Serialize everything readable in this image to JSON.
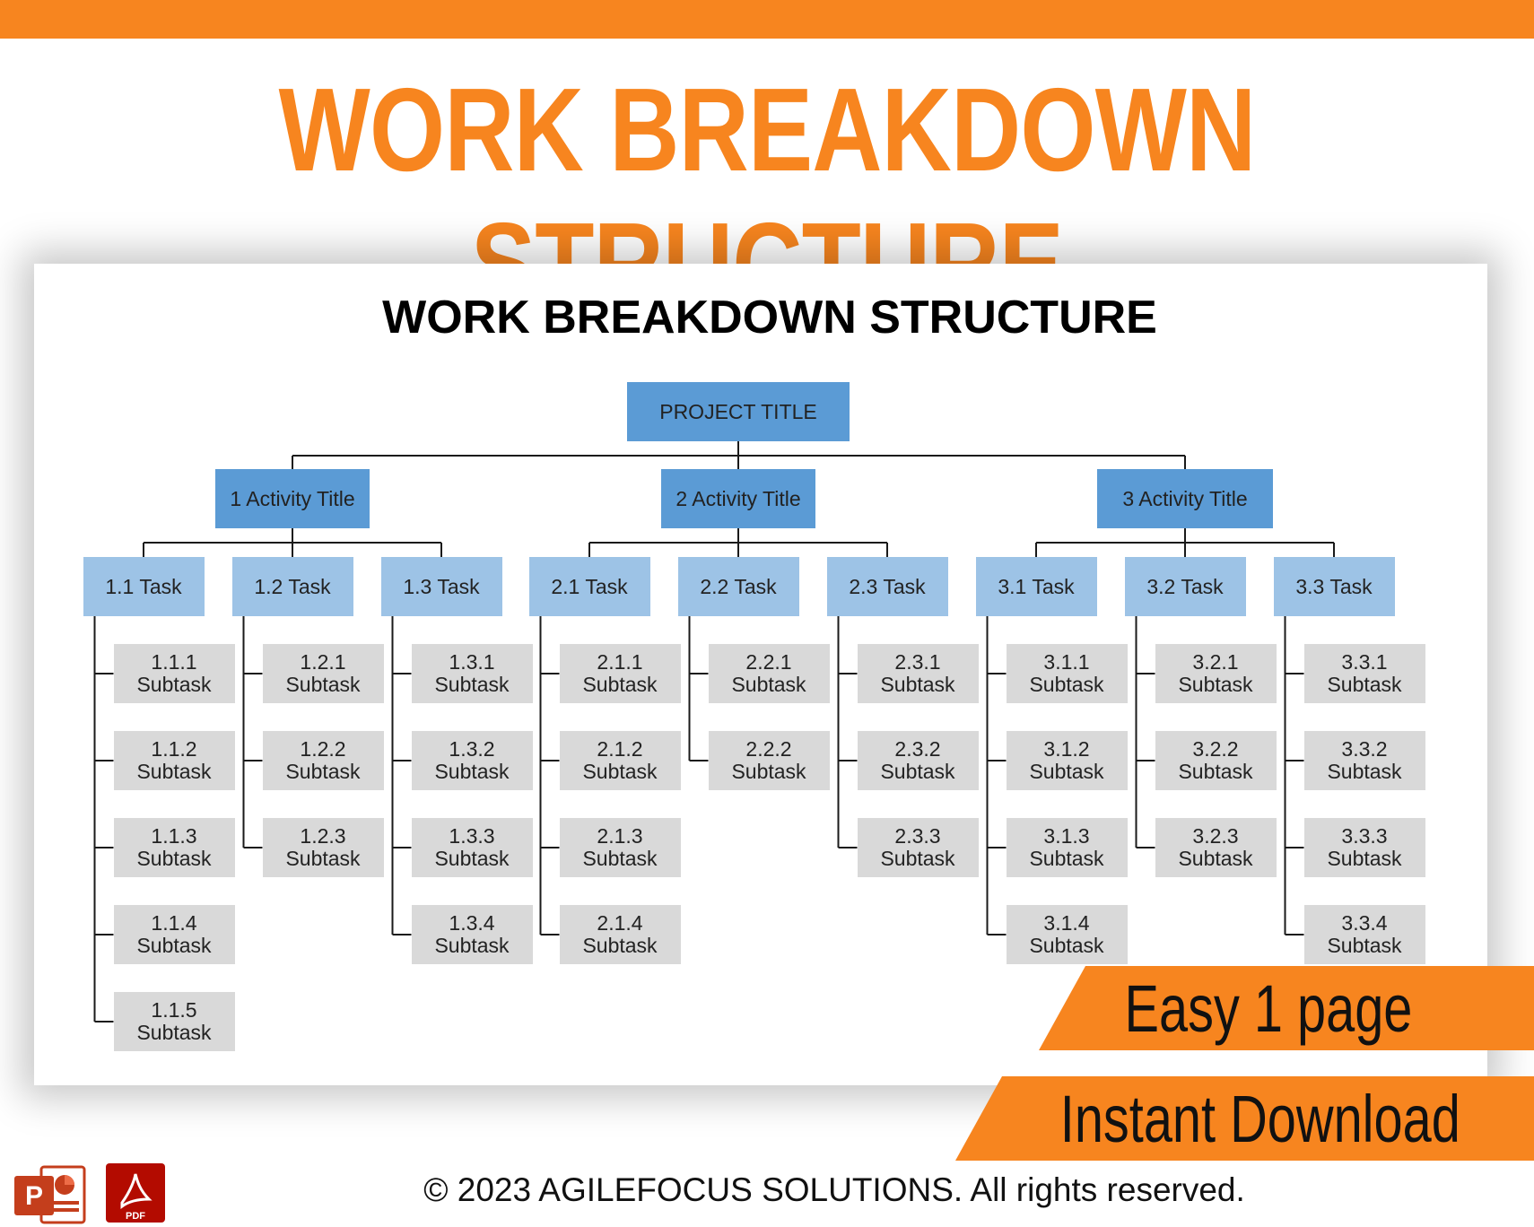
{
  "banner": {
    "title": "WORK BREAKDOWN STRUCTURE",
    "accent": "#f7851f"
  },
  "sheet": {
    "title": "WORK BREAKDOWN STRUCTURE"
  },
  "wbs": {
    "project": "PROJECT TITLE",
    "colors": {
      "project": "#5b9bd5",
      "activity": "#5b9bd5",
      "task": "#9dc3e6",
      "subtask": "#d9d9d9",
      "line": "#1a1a1a"
    },
    "activities": [
      {
        "label": "1 Activity Title",
        "tasks": [
          {
            "label": "1.1 Task",
            "subtasks": [
              [
                "1.1.1",
                "Subtask"
              ],
              [
                "1.1.2",
                "Subtask"
              ],
              [
                "1.1.3",
                "Subtask"
              ],
              [
                "1.1.4",
                "Subtask"
              ],
              [
                "1.1.5",
                "Subtask"
              ]
            ]
          },
          {
            "label": "1.2 Task",
            "subtasks": [
              [
                "1.2.1",
                "Subtask"
              ],
              [
                "1.2.2",
                "Subtask"
              ],
              [
                "1.2.3",
                "Subtask"
              ]
            ]
          },
          {
            "label": "1.3 Task",
            "subtasks": [
              [
                "1.3.1",
                "Subtask"
              ],
              [
                "1.3.2",
                "Subtask"
              ],
              [
                "1.3.3",
                "Subtask"
              ],
              [
                "1.3.4",
                "Subtask"
              ]
            ]
          }
        ]
      },
      {
        "label": "2 Activity Title",
        "tasks": [
          {
            "label": "2.1 Task",
            "subtasks": [
              [
                "2.1.1",
                "Subtask"
              ],
              [
                "2.1.2",
                "Subtask"
              ],
              [
                "2.1.3",
                "Subtask"
              ],
              [
                "2.1.4",
                "Subtask"
              ]
            ]
          },
          {
            "label": "2.2 Task",
            "subtasks": [
              [
                "2.2.1",
                "Subtask"
              ],
              [
                "2.2.2",
                "Subtask"
              ]
            ]
          },
          {
            "label": "2.3 Task",
            "subtasks": [
              [
                "2.3.1",
                "Subtask"
              ],
              [
                "2.3.2",
                "Subtask"
              ],
              [
                "2.3.3",
                "Subtask"
              ]
            ]
          }
        ]
      },
      {
        "label": "3 Activity Title",
        "tasks": [
          {
            "label": "3.1 Task",
            "subtasks": [
              [
                "3.1.1",
                "Subtask"
              ],
              [
                "3.1.2",
                "Subtask"
              ],
              [
                "3.1.3",
                "Subtask"
              ],
              [
                "3.1.4",
                "Subtask"
              ]
            ]
          },
          {
            "label": "3.2 Task",
            "subtasks": [
              [
                "3.2.1",
                "Subtask"
              ],
              [
                "3.2.2",
                "Subtask"
              ],
              [
                "3.2.3",
                "Subtask"
              ]
            ]
          },
          {
            "label": "3.3 Task",
            "subtasks": [
              [
                "3.3.1",
                "Subtask"
              ],
              [
                "3.3.2",
                "Subtask"
              ],
              [
                "3.3.3",
                "Subtask"
              ],
              [
                "3.3.4",
                "Subtask"
              ]
            ]
          }
        ]
      }
    ]
  },
  "badges": {
    "easy": "Easy 1 page",
    "download": "Instant Download"
  },
  "footer": {
    "copyright": "© 2023 AGILEFOCUS SOLUTIONS. All rights reserved."
  },
  "icons": [
    "powerpoint-icon",
    "pdf-icon"
  ]
}
